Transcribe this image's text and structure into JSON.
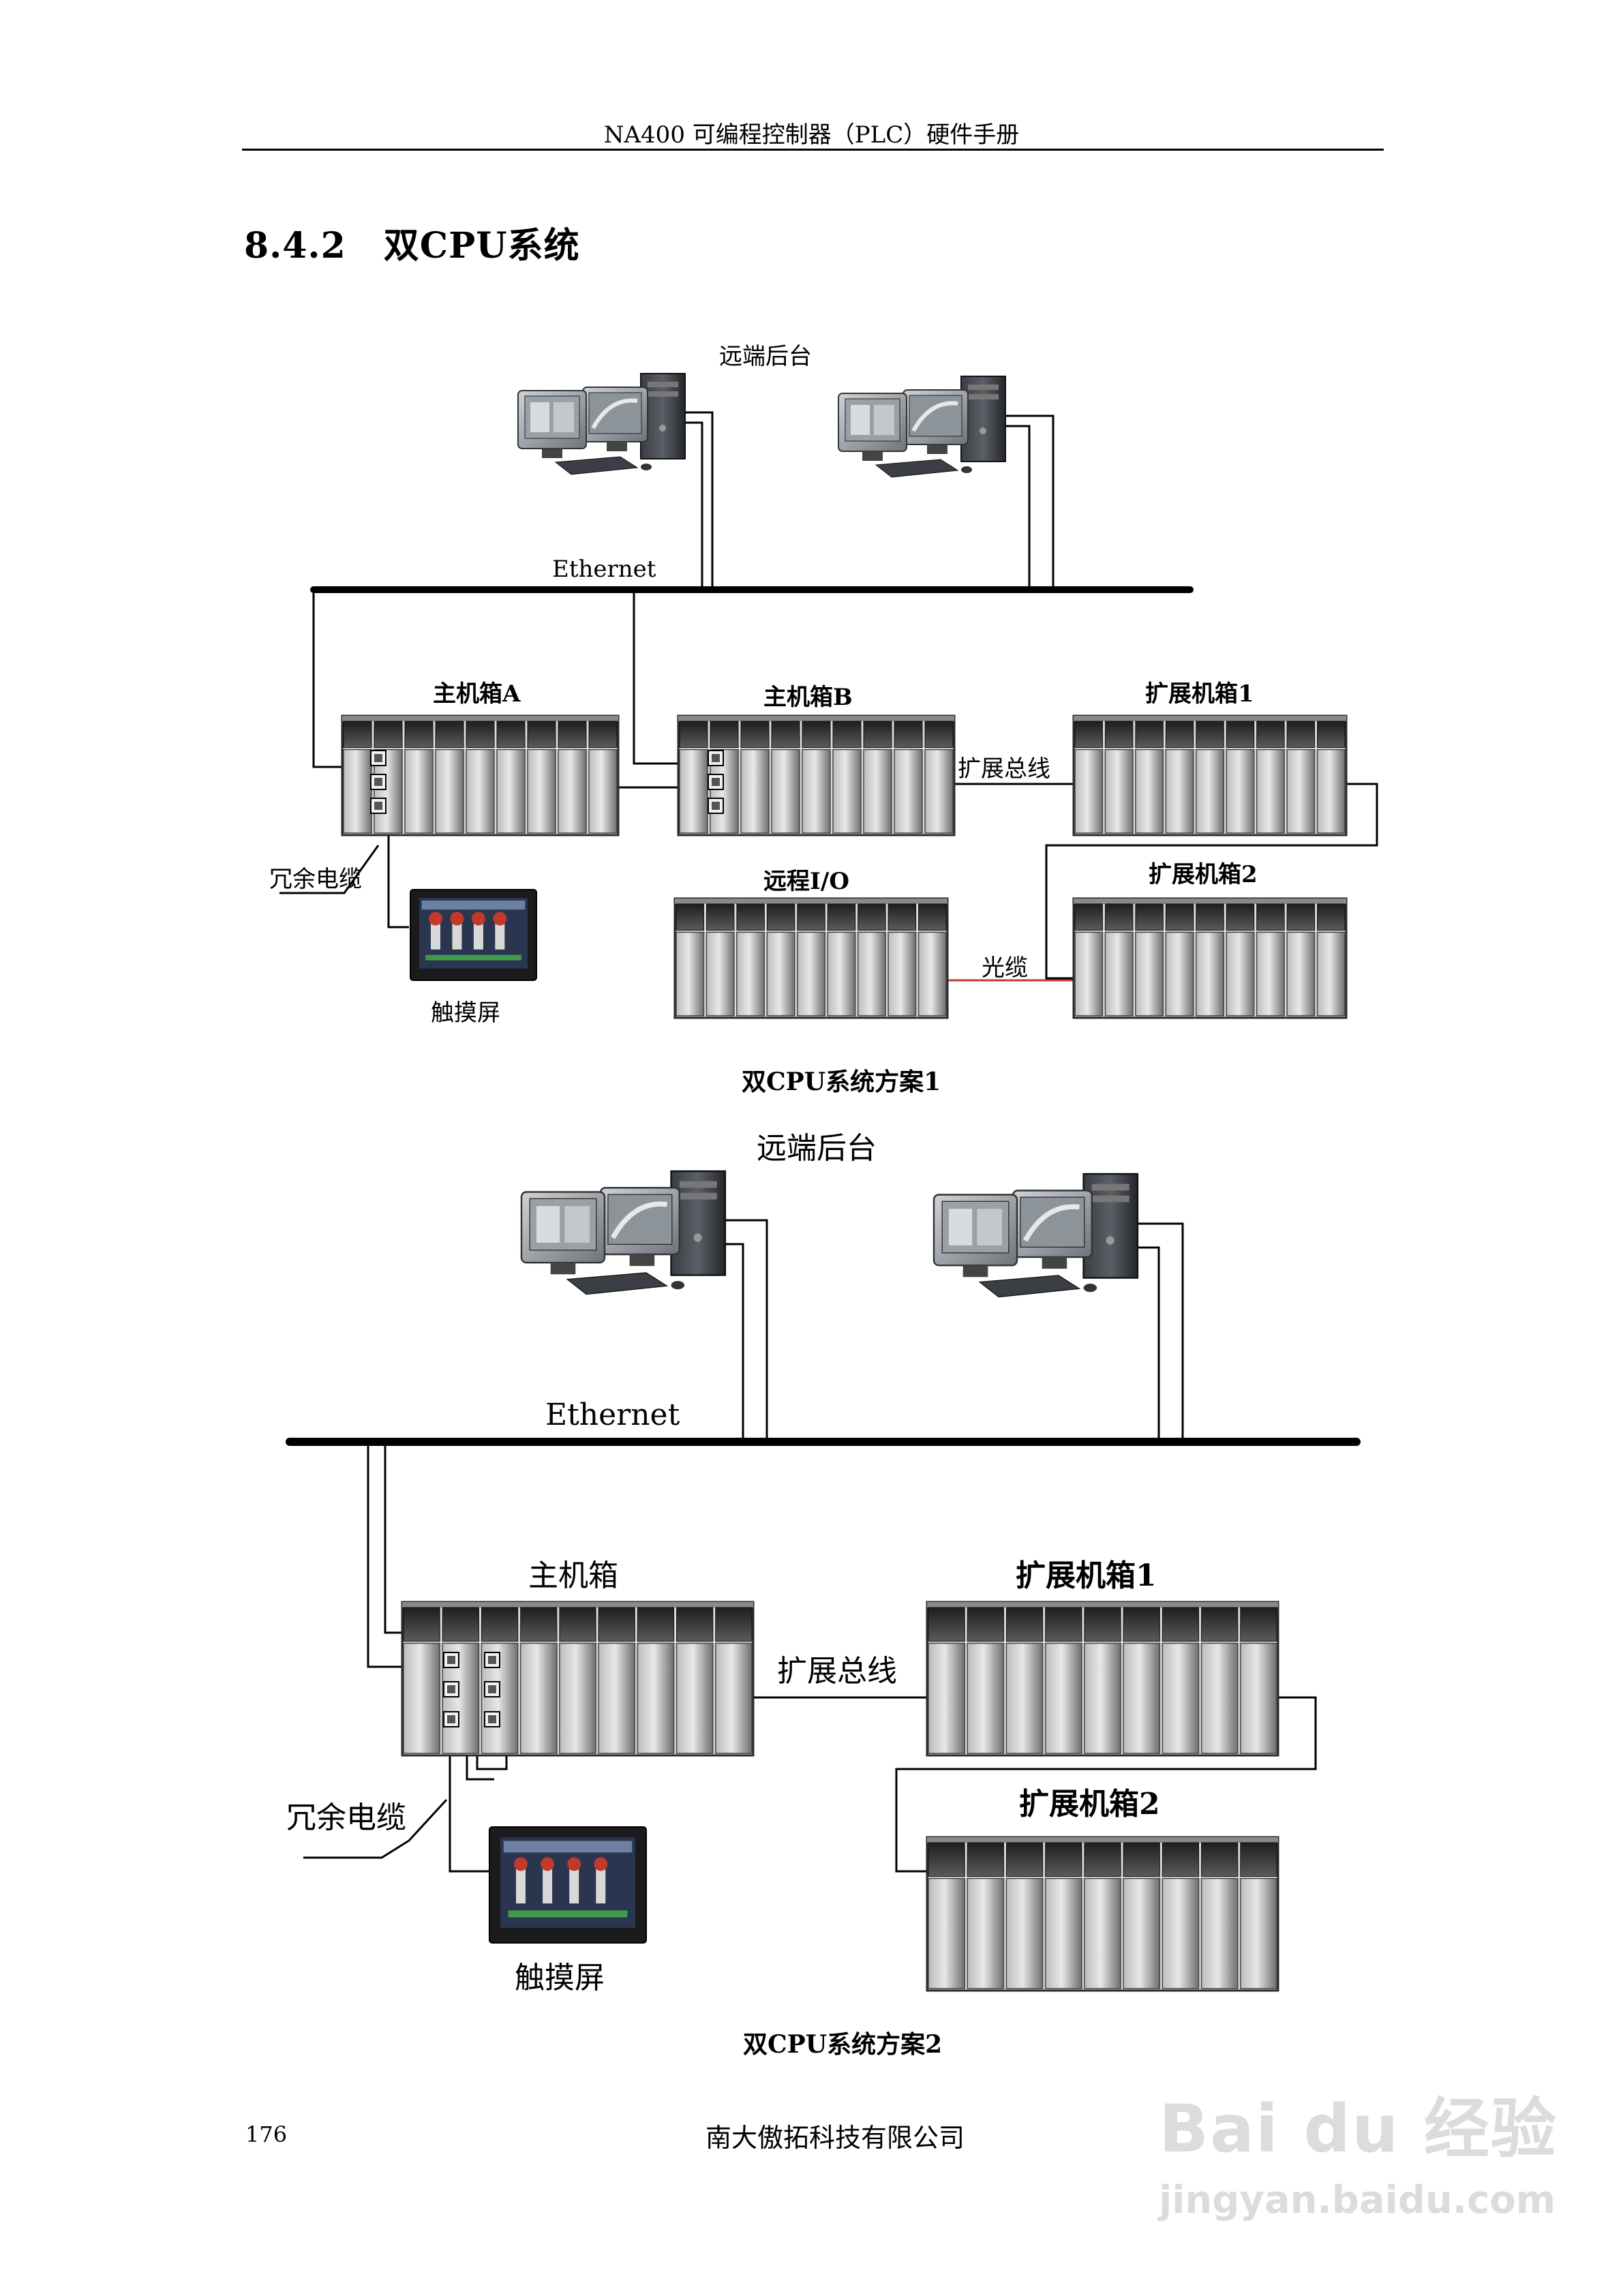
{
  "header": {
    "title": "NA400 可编程控制器（PLC）硬件手册"
  },
  "section": {
    "number": "8.4.2",
    "title": "双CPU系统"
  },
  "figure1": {
    "remote": "远端后台",
    "ethernet": "Ethernet",
    "main_a": "主机箱A",
    "main_b": "主机箱B",
    "exp1": "扩展机箱1",
    "exp2": "扩展机箱2",
    "bus": "扩展总线",
    "redundant": "冗余电缆",
    "remote_io": "远程I/O",
    "fiber": "光缆",
    "touch": "触摸屏",
    "caption": "双CPU系统方案1"
  },
  "figure2": {
    "remote": "远端后台",
    "ethernet": "Ethernet",
    "main": "主机箱",
    "exp1": "扩展机箱1",
    "exp2": "扩展机箱2",
    "bus": "扩展总线",
    "redundant": "冗余电缆",
    "touch": "触摸屏",
    "caption": "双CPU系统方案2"
  },
  "footer": {
    "page": "176",
    "company": "南大傲拓科技有限公司"
  },
  "watermark": {
    "brand": "Bai du 经验",
    "url": "jingyan.baidu.com"
  }
}
